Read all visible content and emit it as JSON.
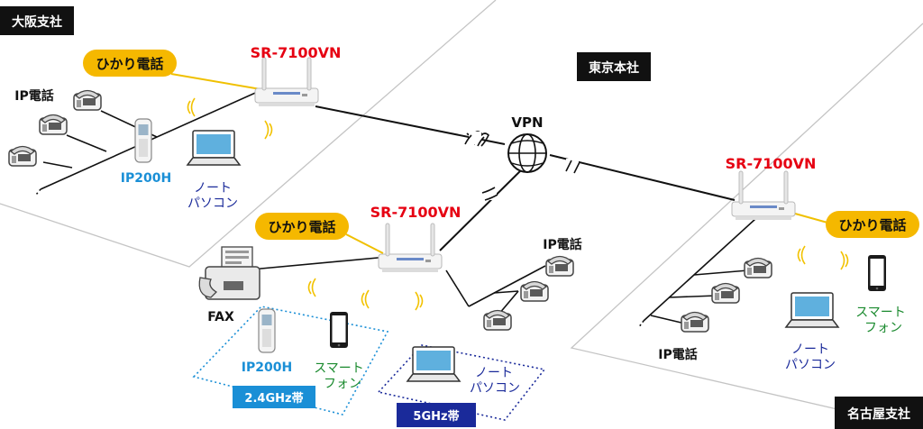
{
  "regions": {
    "osaka": "大阪支社",
    "tokyo": "東京本社",
    "nagoya": "名古屋支社"
  },
  "vpn": {
    "label": "VPN"
  },
  "routers": {
    "osaka": "SR-7100VN",
    "tokyo": "SR-7100VN",
    "nagoya": "SR-7100VN"
  },
  "fiber": {
    "osaka": "ひかり電話",
    "tokyo": "ひかり電話",
    "nagoya": "ひかり電話"
  },
  "labels": {
    "osaka_ipphone": "IP電話",
    "osaka_ip200h": "IP200H",
    "osaka_notebook_1": "ノート",
    "osaka_notebook_2": "パソコン",
    "tokyo_ipphone": "IP電話",
    "tokyo_fax": "FAX",
    "tokyo_ip200h": "IP200H",
    "tokyo_smartphone_1": "スマート",
    "tokyo_smartphone_2": "フォン",
    "tokyo_notebook_1": "ノート",
    "tokyo_notebook_2": "パソコン",
    "nagoya_ipphone": "IP電話",
    "nagoya_smartphone_1": "スマート",
    "nagoya_smartphone_2": "フォン",
    "nagoya_notebook_1": "ノート",
    "nagoya_notebook_2": "パソコン"
  },
  "bands": {
    "band_24": "2.4GHz帯",
    "band_5": "5GHz帯"
  },
  "colors": {
    "router_label": "#e60012",
    "fiber_badge": "#f5b800",
    "fiber_line": "#f0c000",
    "ip200h": "#1a8fd6",
    "smartphone": "#1a8a2e",
    "notebook": "#1a2a9a",
    "band_24": "#1a8fd6",
    "band_5": "#1a2a9a",
    "region_tag": "#111111"
  }
}
